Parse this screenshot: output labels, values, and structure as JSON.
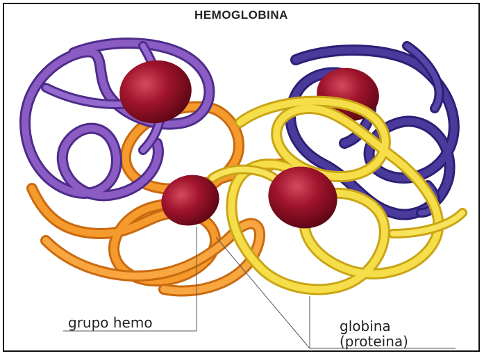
{
  "title": "HEMOGLOBINA",
  "labels": {
    "heme_group": "grupo hemo",
    "globin_line1": "globina",
    "globin_line2": "(proteina)"
  },
  "colors": {
    "alpha_chain_1": "#7a4fb0",
    "alpha_chain_2": "#4a3a9c",
    "beta_chain_1": "#f3962a",
    "beta_chain_2": "#f2d33a",
    "heme": "#a0142c",
    "border": "#111111"
  }
}
